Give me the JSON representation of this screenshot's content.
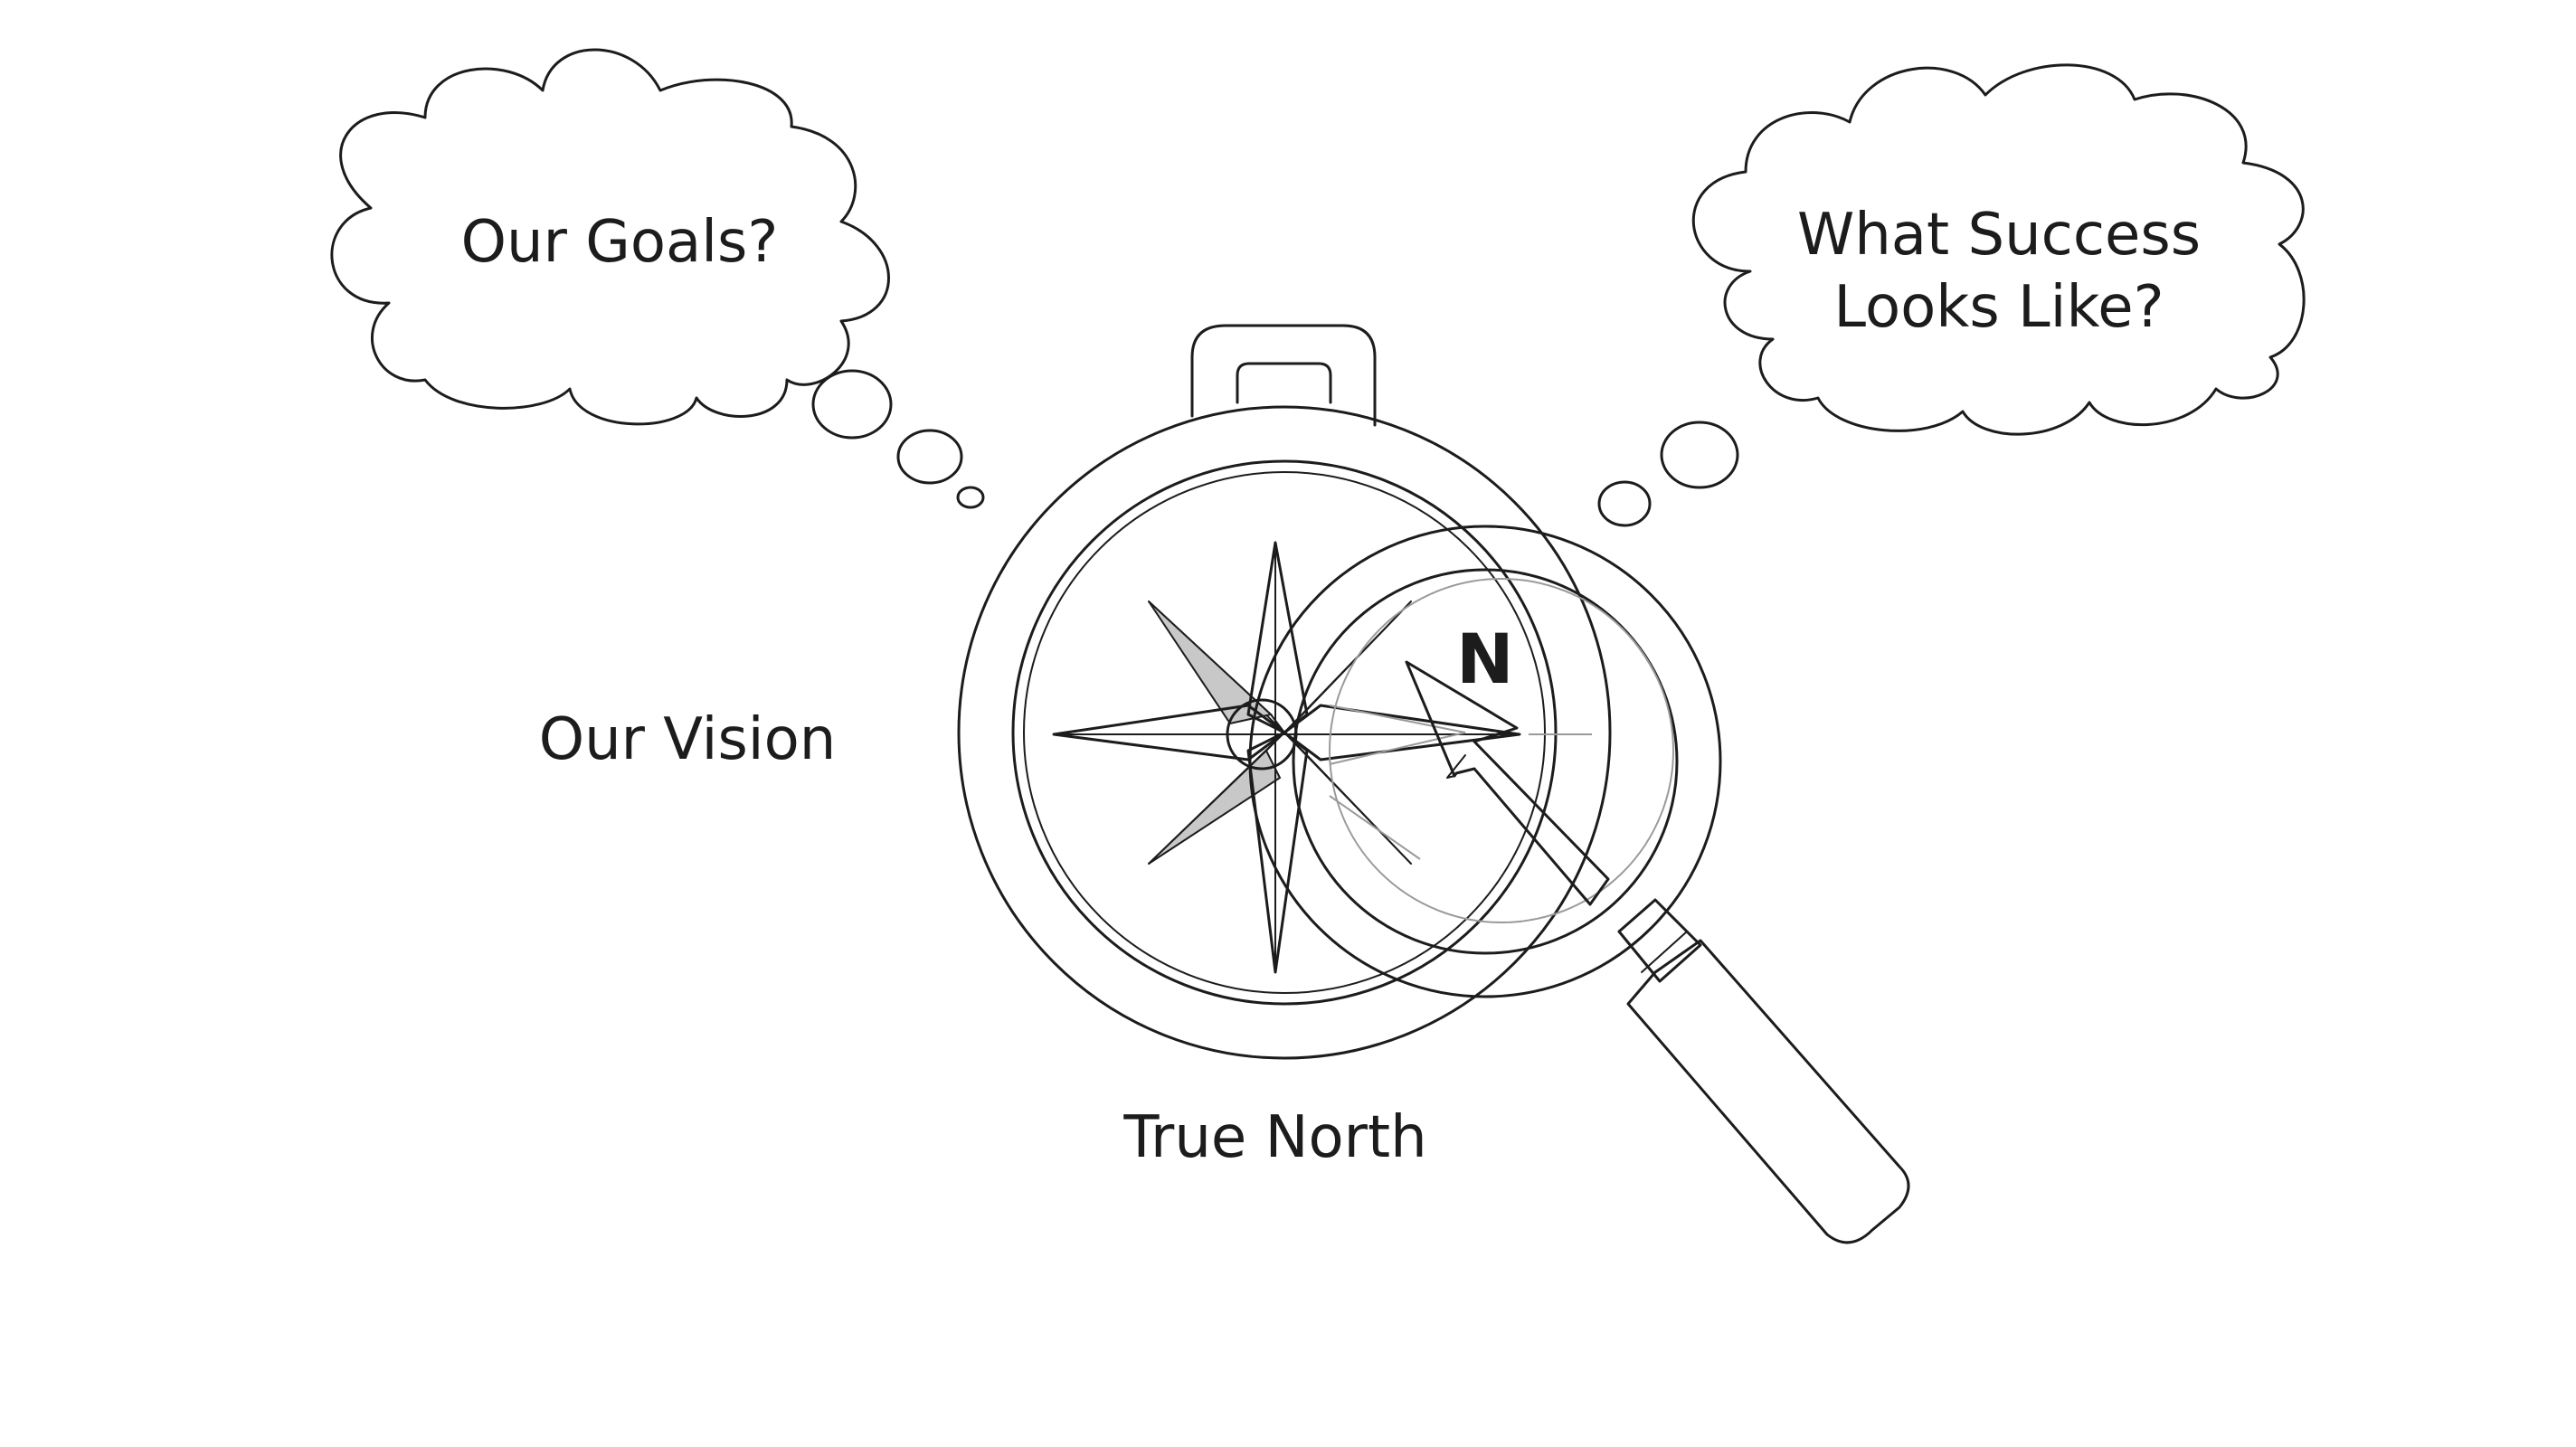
{
  "thought_left": {
    "text": "Our Goals?"
  },
  "thought_right": {
    "line1": "What Success",
    "line2": "Looks Like?"
  },
  "side_label": "Our Vision",
  "bottom_label": "True North",
  "compass_letter": "N",
  "colors": {
    "ink": "#1c1c1c",
    "background": "#ffffff",
    "shade": "#c8c8c8"
  },
  "icons": [
    "thought-cloud",
    "compass",
    "compass-rose",
    "magnifying-glass",
    "needle-arrow"
  ]
}
